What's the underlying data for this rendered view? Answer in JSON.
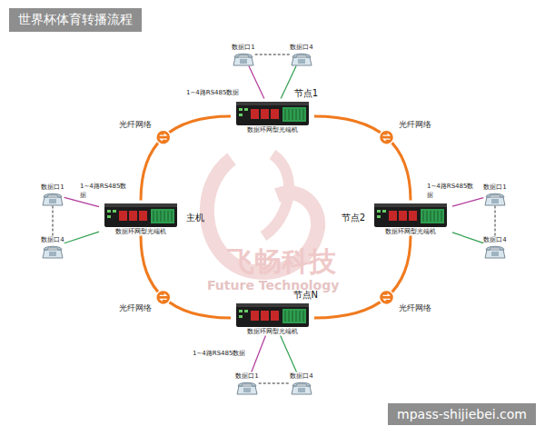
{
  "diagram": {
    "title": "世界杯体育转播流程",
    "nodes": [
      {
        "text": [
          "数据口1"
        ]
      },
      {
        "text": [
          "数据口4"
        ]
      },
      {
        "text": [
          "节点1",
          "数据环网型光端机"
        ]
      },
      {
        "text": [
          "数据口1"
        ]
      },
      {
        "text": [
          "数据口4"
        ]
      },
      {
        "text": [
          "主机",
          "数据环网型光端机"
        ]
      },
      {
        "text": [
          "节点2",
          "数据环网型光端机"
        ]
      },
      {
        "text": [
          "数据口1"
        ]
      },
      {
        "text": [
          "数据口4"
        ]
      },
      {
        "text": [
          "节点N",
          "数据环网型光端机"
        ]
      },
      {
        "text": [
          "数据口1"
        ]
      },
      {
        "text": [
          "数据口4"
        ]
      }
    ],
    "edges": [
      {
        "from": 0,
        "to": 1,
        "arrow": "none"
      },
      {
        "from": 2,
        "to": 0,
        "arrow": "none"
      },
      {
        "from": 2,
        "to": 1,
        "arrow": "none"
      },
      {
        "from": 3,
        "to": 4,
        "arrow": "none"
      },
      {
        "from": 5,
        "to": 3,
        "arrow": "none"
      },
      {
        "from": 5,
        "to": 4,
        "arrow": "none"
      },
      {
        "from": 6,
        "to": 7,
        "arrow": "none"
      },
      {
        "from": 6,
        "to": 8,
        "arrow": "none"
      },
      {
        "from": 7,
        "to": 8,
        "arrow": "none"
      },
      {
        "from": 9,
        "to": 10,
        "arrow": "none"
      },
      {
        "from": 9,
        "to": 11,
        "arrow": "none"
      },
      {
        "from": 10,
        "to": 11,
        "arrow": "none"
      },
      {
        "from": 5,
        "to": 2,
        "label": "光纤网络",
        "arrow": "none"
      },
      {
        "from": 2,
        "to": 6,
        "label": "光纤网络",
        "arrow": "none"
      },
      {
        "from": 6,
        "to": 9,
        "label": "光纤网络",
        "arrow": "none"
      },
      {
        "from": 9,
        "to": 5,
        "label": "光纤网络",
        "arrow": "none"
      }
    ],
    "labels": [
      "1~4路RS485数据",
      "1~4路RS485数据",
      "1~4路RS485数据",
      "1~4路RS485数据",
      "飞畅科技",
      "Future Technology",
      "mpass-shijiebei.com"
    ]
  }
}
